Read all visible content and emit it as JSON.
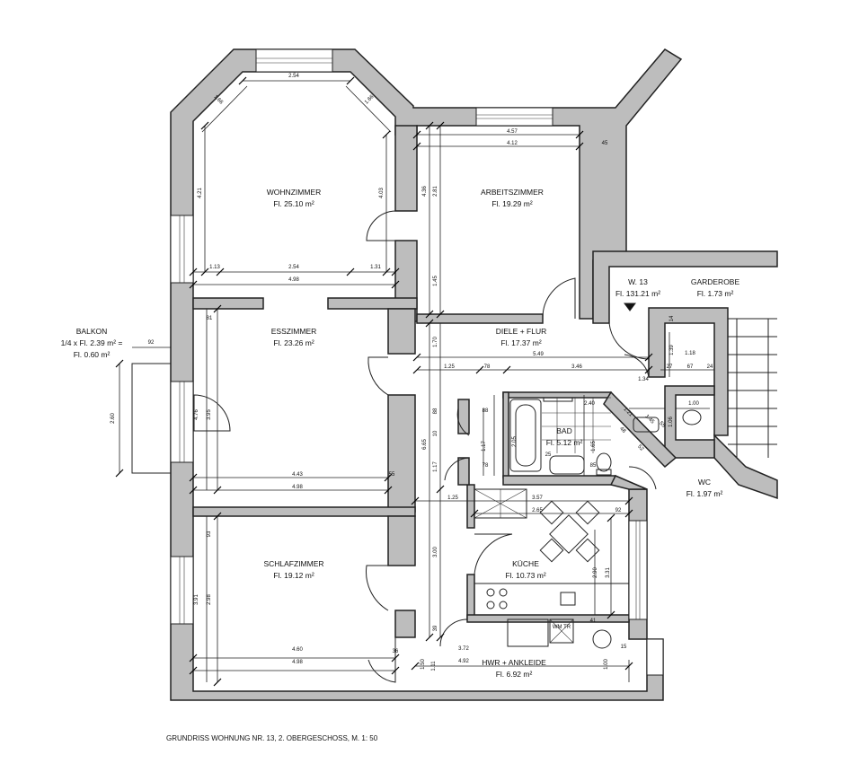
{
  "caption": "GRUNDRISS WOHNUNG NR. 13, 2. OBERGESCHOSS,  M. 1: 50",
  "apartment": {
    "name": "W. 13",
    "area": "Fl. 131.21 m²"
  },
  "balkon": {
    "name": "BALKON",
    "formula": "1/4 x Fl. 2.39 m² =",
    "area": "Fl. 0.60 m²"
  },
  "rooms": {
    "wohnzimmer": {
      "name": "WOHNZIMMER",
      "area": "Fl. 25.10 m²"
    },
    "arbeitszimmer": {
      "name": "ARBEITSZIMMER",
      "area": "Fl. 19.29 m²"
    },
    "esszimmer": {
      "name": "ESSZIMMER",
      "area": "Fl. 23.26 m²"
    },
    "diele": {
      "name": "DIELE + FLUR",
      "area": "Fl. 17.37 m²"
    },
    "schlafzimmer": {
      "name": "SCHLAFZIMMER",
      "area": "Fl. 19.12 m²"
    },
    "kueche": {
      "name": "KÜCHE",
      "area": "Fl. 10.73 m²"
    },
    "bad": {
      "name": "BAD",
      "area": "Fl. 5.12 m²"
    },
    "hwr": {
      "name": "HWR + ANKLEIDE",
      "area": "Fl. 6.92 m²"
    },
    "garderobe": {
      "name": "GARDEROBE",
      "area": "Fl. 1.73 m²"
    },
    "wc": {
      "name": "WC",
      "area": "Fl. 1.97 m²"
    }
  },
  "fixtures": {
    "wm_tr": "WM TR"
  },
  "dimensions": {
    "d0": "2.54",
    "d1": "1.66",
    "d2": "1.66",
    "d3": "4.21",
    "d4": "4.03",
    "d5": "1.13",
    "d6": "2.54",
    "d7": "1.31",
    "d8": "4.98",
    "d9": "4.57",
    "d10": "4.12",
    "d11": "45",
    "d12": "4.36",
    "d13": "2.81",
    "d14": "1.45",
    "d15": "81",
    "d16": "4.76",
    "d17": "3.95",
    "d18": "4.43",
    "d19": "55",
    "d20": "4.98",
    "d21": "93",
    "d22": "3.91",
    "d23": "2.98",
    "d24": "4.60",
    "d25": "4.98",
    "d26": "36",
    "d27": "1.70",
    "d28": "1.25",
    "d29": "78",
    "d30": "3.46",
    "d31": "5.49",
    "d32": "88",
    "d33": "10",
    "d34": "6.65",
    "d35": "1.17",
    "d36": "88",
    "d37": "1.17",
    "d38": "78",
    "d39": "2.05",
    "d40": "25",
    "d41": "2.40",
    "d42": "1.65",
    "d43": "85",
    "d44": "1.34",
    "d45": "1.21",
    "d46": "1.45",
    "d47": "55",
    "d48": "48",
    "d49": "52",
    "d50": "1.06",
    "d51": "1.00",
    "d52": "1.18",
    "d53": "27",
    "d54": "67",
    "d55": "24",
    "d56": "1.39",
    "d57": "14",
    "d58": "1.25",
    "d59": "3.57",
    "d60": "2.65",
    "d61": "92",
    "d62": "3.00",
    "d63": "2.90",
    "d64": "3.31",
    "d65": "39",
    "d66": "1.50",
    "d67": "1.11",
    "d68": "3.72",
    "d69": "4.92",
    "d70": "41",
    "d71": "15",
    "d72": "1.00",
    "d73": "92",
    "d74": "2.60"
  }
}
